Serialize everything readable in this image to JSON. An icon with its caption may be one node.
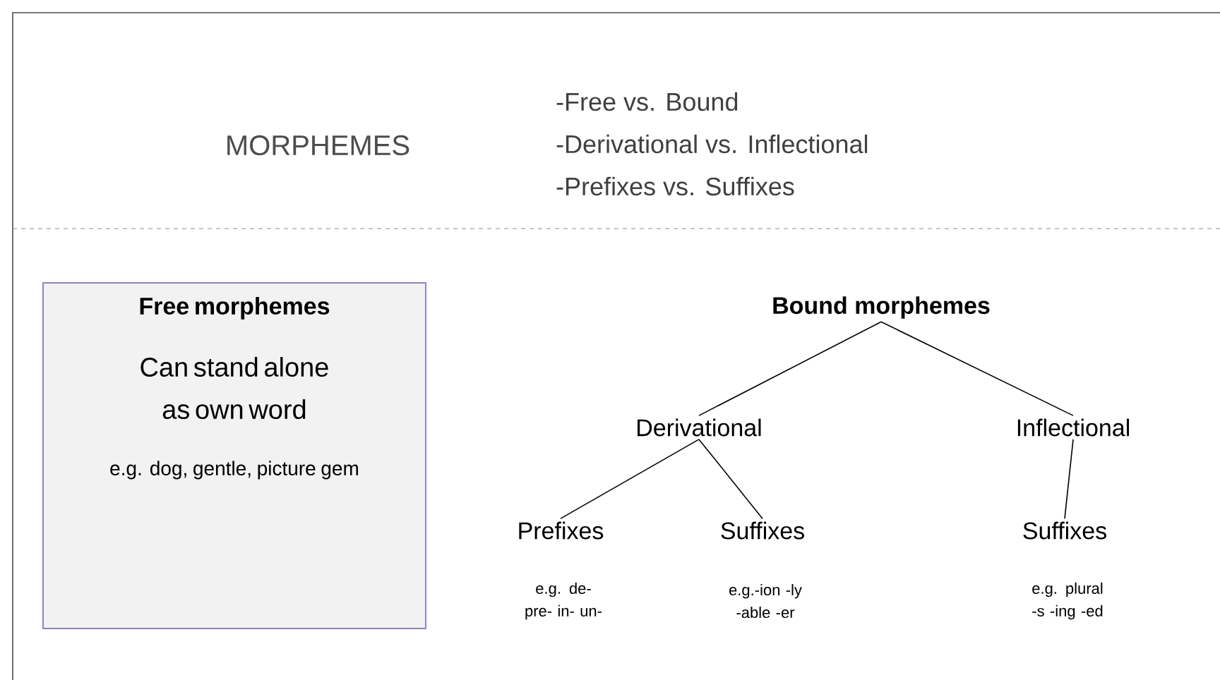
{
  "diagram": {
    "title": "MORPHEMES",
    "nodes": [
      {
        "text": [
          "Free morphemes",
          "Can stand alone as own word",
          "e.g. dog, gentle, picture gem"
        ]
      },
      {
        "text": [
          "Bound morphemes"
        ]
      },
      {
        "text": [
          "Derivational"
        ]
      },
      {
        "text": [
          "Inflectional"
        ]
      },
      {
        "text": [
          "Prefixes"
        ],
        "beside": [
          "e.g. de- pre- in- un-"
        ]
      },
      {
        "text": [
          "Suffixes"
        ],
        "beside": [
          "e.g.-ion -ly -able -er"
        ]
      },
      {
        "text": [
          "Suffixes"
        ],
        "beside": [
          "e.g. plural -s -ing -ed"
        ]
      }
    ],
    "edges": [
      {
        "from": 1,
        "to": 2,
        "arrow": "none"
      },
      {
        "from": 1,
        "to": 3,
        "arrow": "none"
      },
      {
        "from": 2,
        "to": 4,
        "arrow": "none"
      },
      {
        "from": 2,
        "to": 5,
        "arrow": "none"
      },
      {
        "from": 3,
        "to": 6,
        "arrow": "none"
      }
    ],
    "labels": [
      "-Free vs. Bound",
      "-Derivational vs. Inflectional",
      "-Prefixes vs. Suffixes"
    ]
  }
}
